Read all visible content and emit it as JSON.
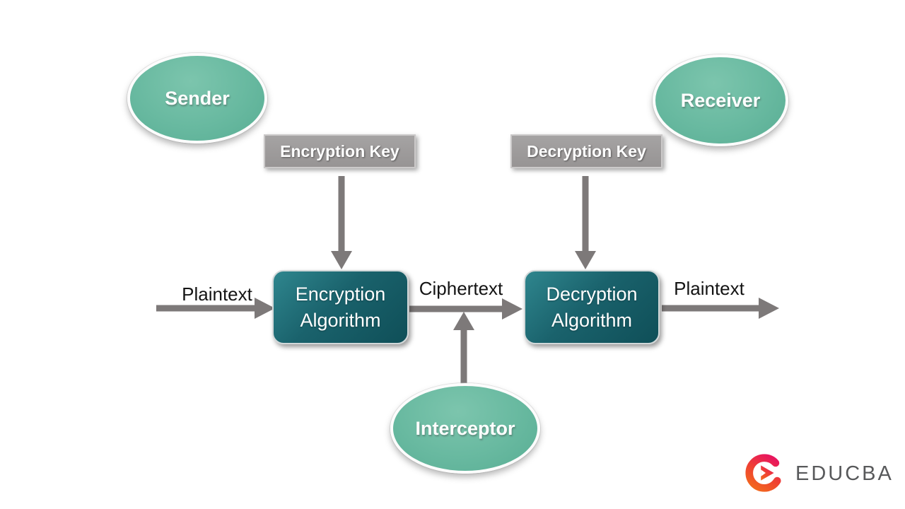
{
  "diagram": {
    "nodes": {
      "sender": {
        "label": "Sender",
        "color": "#68b9a0"
      },
      "receiver": {
        "label": "Receiver",
        "color": "#68b9a0"
      },
      "interceptor": {
        "label": "Interceptor",
        "color": "#68b9a0"
      },
      "encryption_key": {
        "label": "Encryption Key",
        "color": "#9b9898"
      },
      "decryption_key": {
        "label": "Decryption Key",
        "color": "#9b9898"
      },
      "encryption_algorithm": {
        "line1": "Encryption",
        "line2": "Algorithm",
        "color": "#17626c"
      },
      "decryption_algorithm": {
        "line1": "Decryption",
        "line2": "Algorithm",
        "color": "#17626c"
      }
    },
    "edge_labels": {
      "input_plaintext": "Plaintext",
      "ciphertext": "Ciphertext",
      "output_plaintext": "Plaintext"
    },
    "arrow_color": "#7d7979"
  },
  "branding": {
    "logo_text": "EDUCBA",
    "logo_colors": {
      "red": "#e8175d",
      "orange": "#f2671f",
      "text_gray": "#58595b"
    }
  }
}
